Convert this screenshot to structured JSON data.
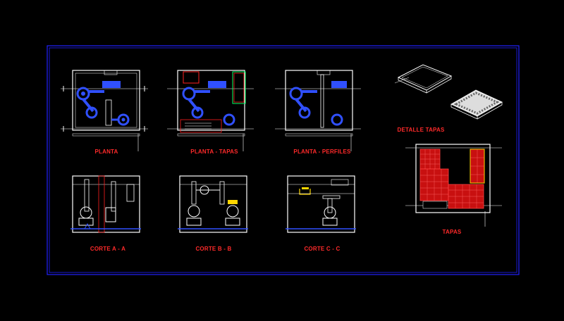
{
  "labels": {
    "planta": "PLANTA",
    "planta_tapas": "PLANTA - TAPAS",
    "planta_perfiles": "PLANTA - PERFILES",
    "detalle_tapas": "DETALLE TAPAS",
    "corte_a": "CORTE A - A",
    "corte_b": "CORTE B - B",
    "corte_c": "CORTE C - C",
    "tapas": "TAPAS"
  },
  "colors": {
    "background": "#000000",
    "frame": "#2020ff",
    "lines": "#ffffff",
    "equipment": "#3050ff",
    "highlight": "#ff2020",
    "label": "#ff2a2a",
    "accent": "#ffd700",
    "cover_box": "#00ff66"
  }
}
